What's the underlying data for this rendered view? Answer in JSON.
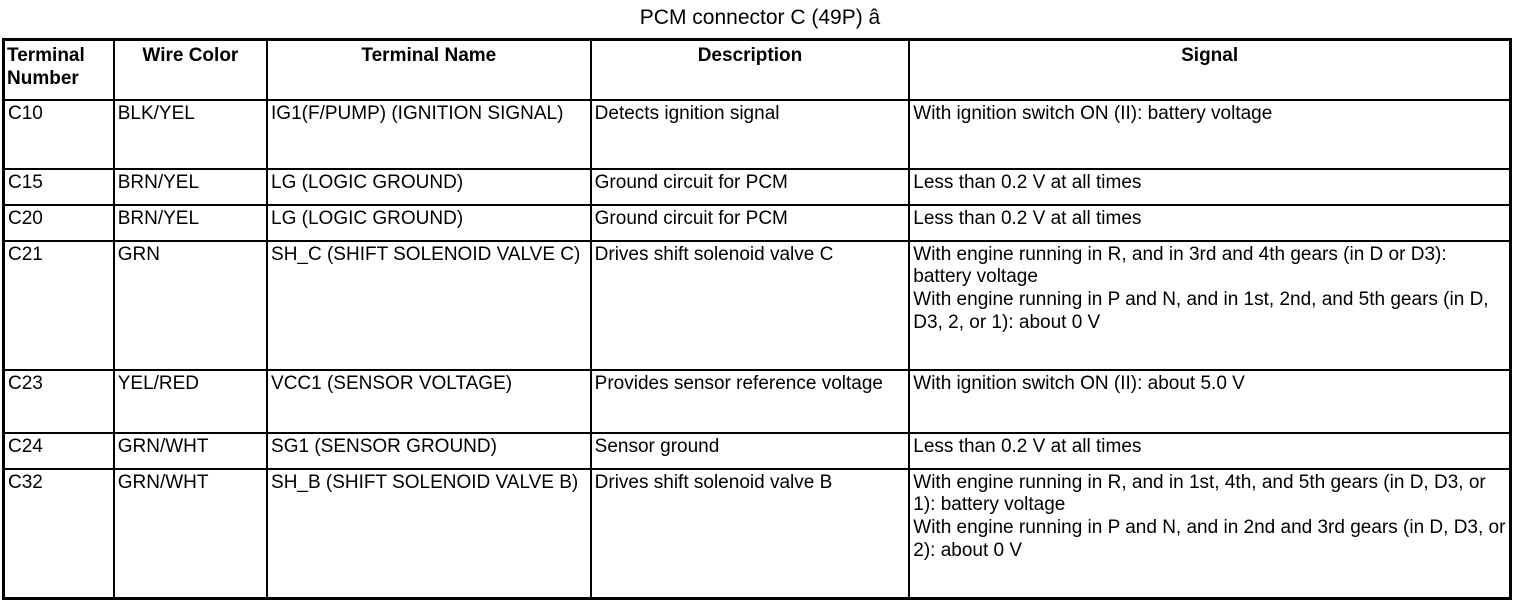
{
  "title": "PCM connector C (49P) â",
  "table": {
    "headers": [
      "Terminal\nNumber",
      "Wire Color",
      "Terminal Name",
      "Description",
      "Signal"
    ],
    "rows": [
      {
        "terminal": "C10",
        "wire_color": "BLK/YEL",
        "terminal_name": "IG1(F/PUMP) (IGNITION SIGNAL)",
        "description": "Detects ignition signal",
        "signal": "With ignition switch ON (II): battery voltage"
      },
      {
        "terminal": "C15",
        "wire_color": "BRN/YEL",
        "terminal_name": "LG (LOGIC GROUND)",
        "description": "Ground circuit for PCM",
        "signal": "Less than 0.2 V at all times"
      },
      {
        "terminal": "C20",
        "wire_color": "BRN/YEL",
        "terminal_name": "LG (LOGIC GROUND)",
        "description": "Ground circuit for PCM",
        "signal": "Less than 0.2 V at all times"
      },
      {
        "terminal": "C21",
        "wire_color": "GRN",
        "terminal_name": "SH_C (SHIFT SOLENOID VALVE C)",
        "description": "Drives shift solenoid valve C",
        "signal": "With engine running in R, and in 3rd and 4th gears (in D or D3): battery voltage\nWith engine running in P and N, and in 1st, 2nd, and 5th gears (in D, D3, 2, or 1): about 0 V"
      },
      {
        "terminal": "C23",
        "wire_color": "YEL/RED",
        "terminal_name": "VCC1 (SENSOR VOLTAGE)",
        "description": "Provides sensor reference voltage",
        "signal": "With ignition switch ON (II): about 5.0 V"
      },
      {
        "terminal": "C24",
        "wire_color": "GRN/WHT",
        "terminal_name": "SG1 (SENSOR GROUND)",
        "description": "Sensor ground",
        "signal": "Less than 0.2 V at all times"
      },
      {
        "terminal": "C32",
        "wire_color": "GRN/WHT",
        "terminal_name": "SH_B (SHIFT SOLENOID VALVE B)",
        "description": "Drives shift solenoid valve B",
        "signal": "With engine running in R, and in 1st, 4th, and 5th gears (in D, D3, or 1): battery voltage\nWith engine running in P and N, and in 2nd and 3rd gears (in D, D3, or 2): about 0 V"
      }
    ]
  },
  "colors": {
    "text": "#000000",
    "border": "#000000",
    "background": "#ffffff"
  }
}
